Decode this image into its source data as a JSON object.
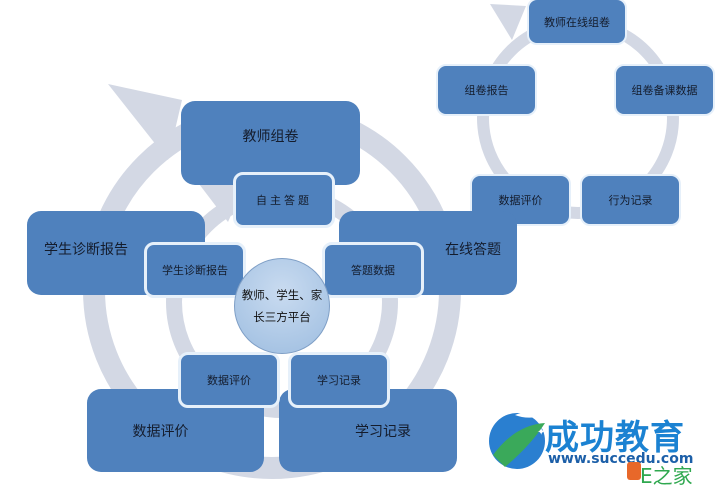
{
  "main_cycle": {
    "center_label_line1": "教师、学生、家",
    "center_label_line2": "长三方平台",
    "outer_nodes": [
      {
        "label": "教师组卷"
      },
      {
        "label": "在线答题"
      },
      {
        "label": "学习记录"
      },
      {
        "label": "数据评价"
      },
      {
        "label": "学生诊断报告"
      }
    ],
    "inner_nodes": [
      {
        "label": "自主答题"
      },
      {
        "label": "答题数据"
      },
      {
        "label": "学习记录"
      },
      {
        "label": "数据评价"
      },
      {
        "label": "学生诊断报告"
      }
    ]
  },
  "teacher_cycle": {
    "nodes": [
      {
        "label": "教师在线组卷"
      },
      {
        "label": "组卷备课数据"
      },
      {
        "label": "行为记录"
      },
      {
        "label": "数据评价"
      },
      {
        "label": "组卷报告"
      }
    ]
  },
  "watermark": {
    "brand": "成功教育",
    "url": "www.succedu.com",
    "badge": "E之家"
  },
  "colors": {
    "node_fill": "#4f81bd",
    "ring": "#d3d8e4",
    "center_fill": "#b8cfeb"
  }
}
